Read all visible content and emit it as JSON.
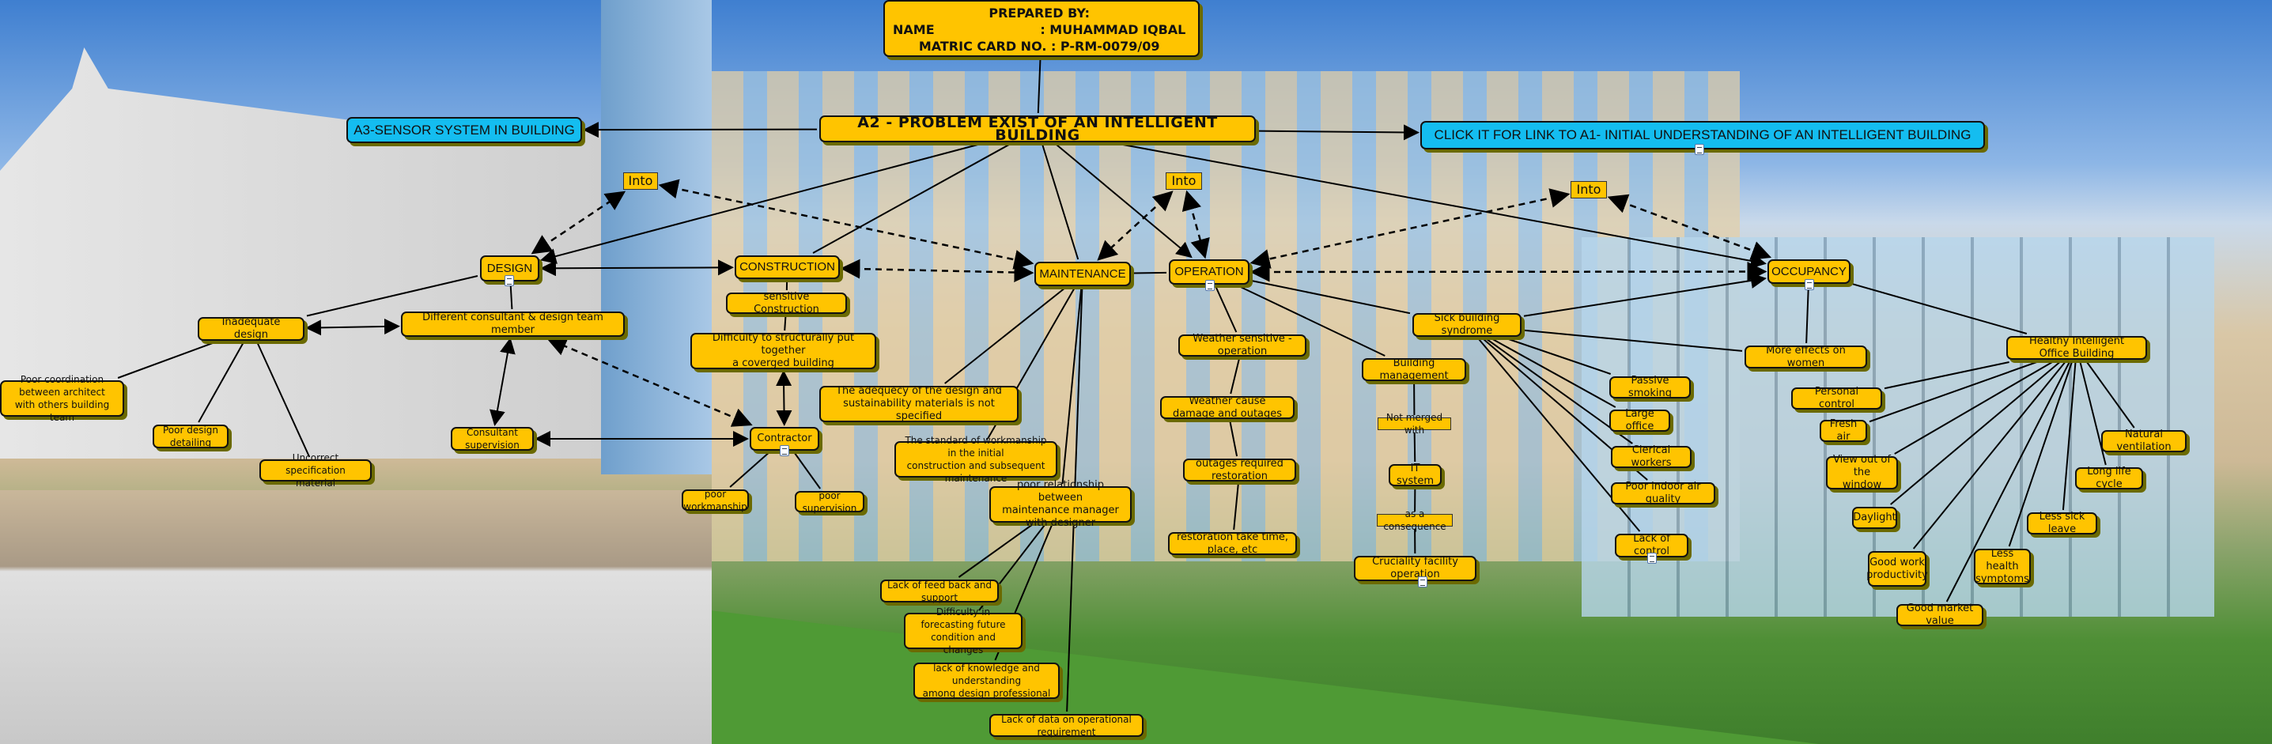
{
  "prepared": {
    "line1": "PREPARED BY:",
    "line2": "NAME                        : MUHAMMAD IQBAL",
    "line3": "MATRIC CARD NO. : P-RM-0079/09"
  },
  "title": "A2 - PROBLEM EXIST OF AN INTELLIGENT BUILDING",
  "link_a3": "A3-SENSOR SYSTEM IN BUILDING",
  "link_a1": "CLICK IT FOR LINK TO A1- INITIAL UNDERSTANDING OF AN INTELLIGENT BUILDING",
  "colors": {
    "node": "#ffc400",
    "link_node": "#14bdf0",
    "shadow": "#6b6a00"
  },
  "labels": {
    "into": "Into",
    "not_merged": "Not merged with",
    "consequence": "as a consequence"
  },
  "categories": {
    "design": "DESIGN",
    "construction": "CONSTRUCTION",
    "maintenance": "MAINTENANCE",
    "operation": "OPERATION",
    "occupancy": "OCCUPANCY"
  },
  "design": {
    "inadequate": "Inadequate design",
    "different_consultant": "Different consultant & design team member",
    "poor_coordination": "Poor coordination between architect\nwith others building team",
    "poor_detailing": "Poor design detailing",
    "uncorrect_spec": "Uncorrect specification material",
    "consultant_supervision": "Consultant supervision"
  },
  "construction": {
    "sensitive": "sensitive Construction",
    "difficulty": "Difficulty to structurally put together\na coverged building",
    "contractor": "Contractor",
    "poor_workmanship": "poor workmanship",
    "poor_supervision": "poor supervision"
  },
  "maintenance": {
    "adequecy": "The adequecy of the design and\nsustainability materials is not specified",
    "standard": "The standard of workmanship in the initial\nconstruction and subsequent maintenance",
    "relationship": "poor relationship between\nmaintenance manager with designer",
    "feedback": "Lack of feed back and support",
    "forecasting": "Difficulty in forecasting future\ncondition and changes",
    "knowledge": "lack of knowledge and understanding\namong design professional",
    "data": "Lack of data on operational requirement"
  },
  "operation": {
    "weather_sensitive": "Weather sensitive - operation",
    "weather_damage": "Weather cause damage and outages",
    "outages": "outages required restoration",
    "restoration": "restoration take time, place, etc",
    "building_management": "Building management",
    "it_system": "IT system",
    "cruciality": "Cruciality facility operation"
  },
  "occupancy": {
    "sick": "Sick building syndrome",
    "women": "More effects on women",
    "passive": "Passive smoking",
    "large_office": "Large office",
    "clerical": "Clerical workers",
    "air": "Poor indoor air quality",
    "control": "Lack of control",
    "healthy": "Healthy Intelligent Office Building",
    "personal": "Personal control",
    "fresh": "Fresh air",
    "view": "View out of the\nwindow",
    "daylight": "Daylight",
    "productivity": "Good work\nproductivity",
    "market": "Good market value",
    "health": "Less health\nsymptoms",
    "sick_leave": "Less sick leave",
    "life_cycle": "Long life cycle",
    "ventilation": "Natural ventilation"
  }
}
